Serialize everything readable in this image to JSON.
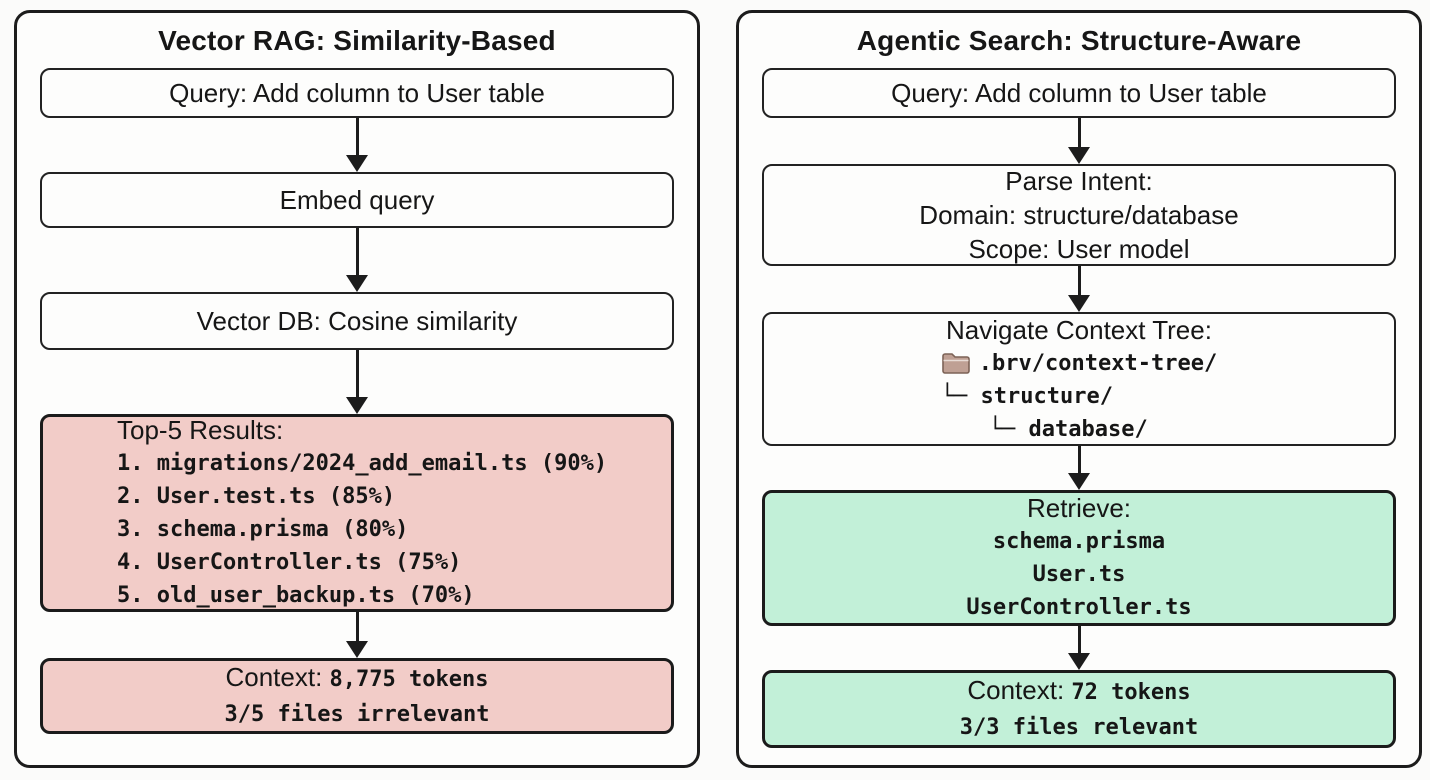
{
  "colors": {
    "pink_fill": "#f2ccc8",
    "green_fill": "#c2f0d8",
    "box_border": "#1c1c1c",
    "panel_bg": "#fdfdfc",
    "folder_fill": "#bfa094",
    "folder_stroke": "#7d6357"
  },
  "left": {
    "title": "Vector RAG: Similarity-Based",
    "query_box": "Query: Add column to User table",
    "embed_box": "Embed query",
    "vectordb_box": "Vector DB: Cosine similarity",
    "results_box": {
      "header": "Top-5 Results:",
      "items": [
        "1. migrations/2024_add_email.ts (90%)",
        "2. User.test.ts (85%)",
        "3. schema.prisma (80%)",
        "4. UserController.ts (75%)",
        "5. old_user_backup.ts (70%)"
      ]
    },
    "context_box": {
      "label": "Context:",
      "value": "8,775 tokens",
      "line2": "3/5 files irrelevant"
    }
  },
  "right": {
    "title": "Agentic Search: Structure-Aware",
    "query_box": "Query: Add column to User table",
    "parse_box": {
      "line1": "Parse Intent:",
      "line2": "Domain: structure/database",
      "line3": "Scope: User model"
    },
    "navigate_box": {
      "header": "Navigate Context Tree:",
      "root": ".brv/context-tree/",
      "level1": "└─ structure/",
      "level2": "└─ database/"
    },
    "retrieve_box": {
      "header": "Retrieve:",
      "file1": "schema.prisma",
      "file2": "User.ts",
      "file3": "UserController.ts"
    },
    "context_box": {
      "label": "Context:",
      "value": "72 tokens",
      "line2": "3/3 files relevant"
    }
  }
}
